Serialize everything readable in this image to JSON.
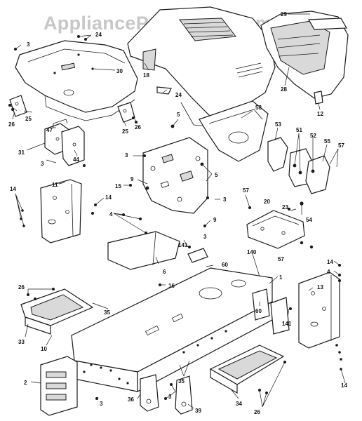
{
  "watermark": "AppliancePartsPros.com",
  "labels": {
    "p3a": "3",
    "p24a": "24",
    "p30": "30",
    "p18": "18",
    "p29": "29",
    "p28": "28",
    "p24b": "24",
    "p12": "12",
    "p26a": "26",
    "p25a": "25",
    "p25b": "25",
    "p26b": "26",
    "p47": "47",
    "p58": "58",
    "p31": "31",
    "p44": "44",
    "p3b": "3",
    "p5a": "5",
    "p3c": "3",
    "p53": "53",
    "p51": "51",
    "p52": "52",
    "p55": "55",
    "p57a": "57",
    "p9a": "9",
    "p5b": "5",
    "p14a": "14",
    "p11": "11",
    "p15": "15",
    "p14b": "14",
    "p3d": "3",
    "p57b": "57",
    "p20": "20",
    "p23": "23",
    "p54": "54",
    "p4a": "4",
    "p9b": "9",
    "p3e": "3",
    "p57c": "57",
    "p141a": "141",
    "p140": "140",
    "p60a": "60",
    "p6": "6",
    "p16": "16",
    "p14c": "14",
    "p4b": "4",
    "p1": "1",
    "p26c": "26",
    "p13": "13",
    "p35a": "35",
    "p60b": "60",
    "p141b": "141",
    "p33": "33",
    "p10": "10",
    "p35b": "35",
    "p2": "2",
    "p3f": "3",
    "p36": "36",
    "p3g": "3",
    "p39": "39",
    "p34": "34",
    "p26d": "26",
    "p14d": "14"
  }
}
